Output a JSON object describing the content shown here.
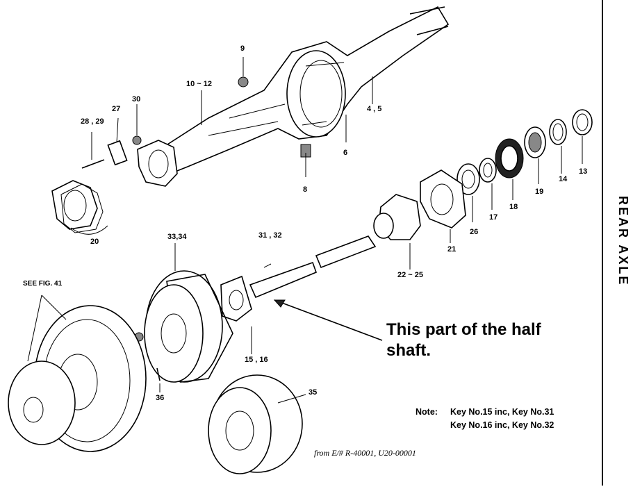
{
  "side_title": "REAR AXLE",
  "callout": {
    "line1": "This part of the half",
    "line2": "shaft."
  },
  "note": {
    "label": "Note:",
    "line1": "Key No.15 inc, Key No.31",
    "line2": "Key No.16 inc, Key No.32"
  },
  "from_text": "from E/# R-40001, U20-00001",
  "part_labels": {
    "p9": "9",
    "p10_12": "10 ~ 12",
    "p4_5": "4 , 5",
    "p30": "30",
    "p27": "27",
    "p28_29": "28 , 29",
    "p6": "6",
    "p8": "8",
    "p20": "20",
    "p13": "13",
    "p14": "14",
    "p19": "19",
    "p18": "18",
    "p17": "17",
    "p26": "26",
    "p21": "21",
    "p22_25": "22 ~ 25",
    "p31_32": "31 , 32",
    "p33_34": "33,34",
    "see_fig": "SEE FIG. 41",
    "p15_16": "15 , 16",
    "p35": "35",
    "p36": "36"
  }
}
